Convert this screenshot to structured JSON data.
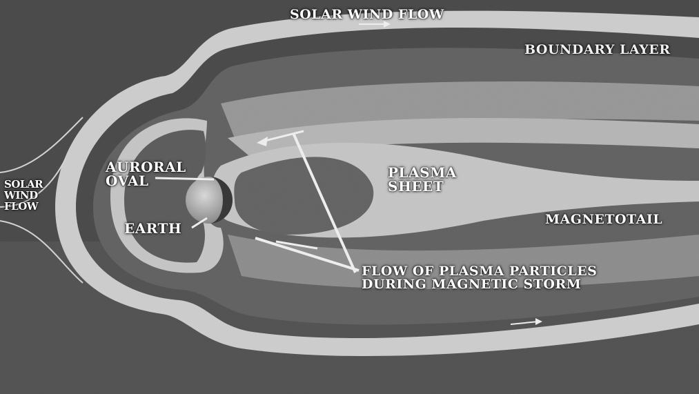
{
  "labels": {
    "solar_wind_top": "SOLAR WIND FLOW",
    "boundary": "BOUNDARY LAYER",
    "solar_wind_left_1": "SOLAR",
    "solar_wind_left_2": "WIND",
    "solar_wind_left_3": "FLOW",
    "auroral_oval_1": "AURORAL",
    "auroral_oval_2": "OVAL",
    "earth": "EARTH",
    "plasma_sheet_1": "PLASMA",
    "plasma_sheet_2": "SHEET",
    "magnetotail": "MAGNETOTAIL",
    "flow_particles_1": "FLOW OF PLASMA PARTICLES",
    "flow_particles_2": "DURING MAGNETIC STORM"
  },
  "colors": {
    "background": "#3a3a3a",
    "boundary_light": "#e8e8e8",
    "interior_dark": "#5a5a5a",
    "plasma": "#7a7a7a",
    "text": "#ffffff"
  }
}
